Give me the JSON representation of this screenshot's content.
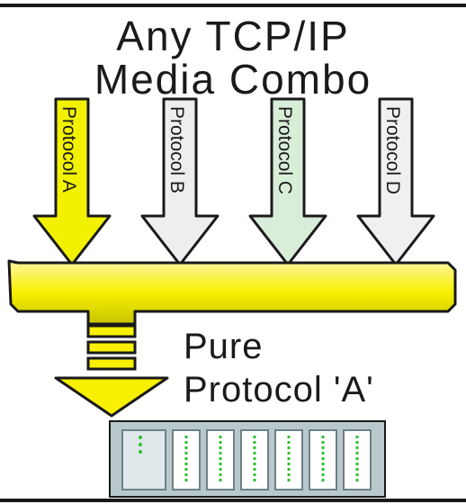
{
  "title": {
    "line1": "Any TCP/IP",
    "line2": "Media Combo"
  },
  "protocols": [
    {
      "label": "Protocol A",
      "color": "#f2f200"
    },
    {
      "label": "Protocol B",
      "color": "#eeeeee"
    },
    {
      "label": "Protocol C",
      "color": "#d9eed9"
    },
    {
      "label": "Protocol D",
      "color": "#f0f0f0"
    }
  ],
  "output": {
    "line1": "Pure",
    "line2": "Protocol 'A'"
  },
  "colors": {
    "merge_bar": "#f7f000",
    "outline": "#1a1a1a",
    "device_body": "#b9c8cc",
    "device_slot": "#ffffff",
    "device_led": "#2fbf2f",
    "device_panel": "#dfe9ec"
  },
  "icons": {
    "device": "network-switch-icon"
  }
}
